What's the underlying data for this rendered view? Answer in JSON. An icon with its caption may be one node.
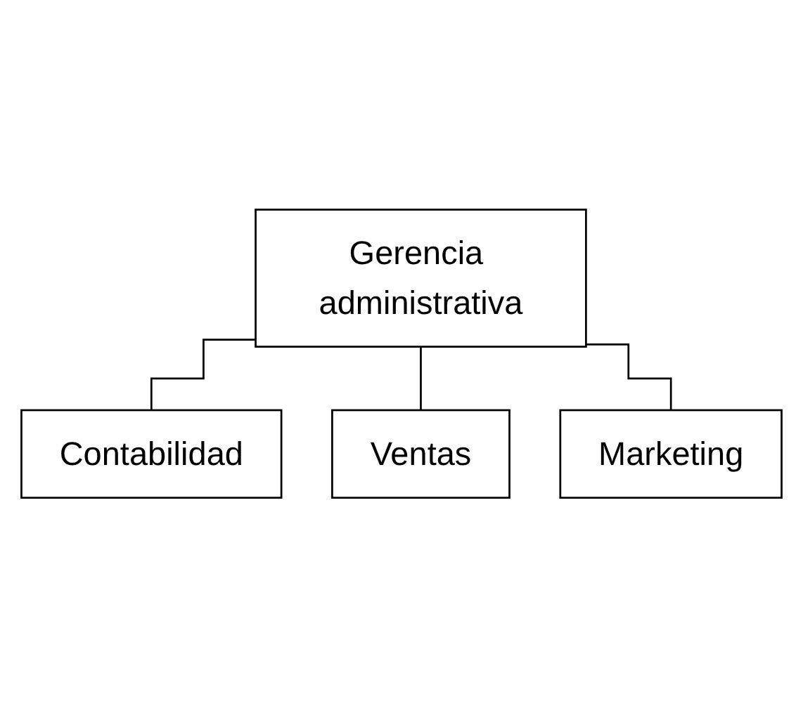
{
  "diagram": {
    "nodes": [
      {
        "text": [
          "Gerencia administrativa"
        ]
      },
      {
        "text": [
          "Contabilidad"
        ]
      },
      {
        "text": [
          "Ventas"
        ]
      },
      {
        "text": [
          "Marketing"
        ]
      }
    ],
    "edges": [
      {
        "from": 0,
        "to": 1,
        "arrow": "none"
      },
      {
        "from": 0,
        "to": 2,
        "arrow": "none"
      },
      {
        "from": 0,
        "to": 3,
        "arrow": "none"
      }
    ]
  }
}
